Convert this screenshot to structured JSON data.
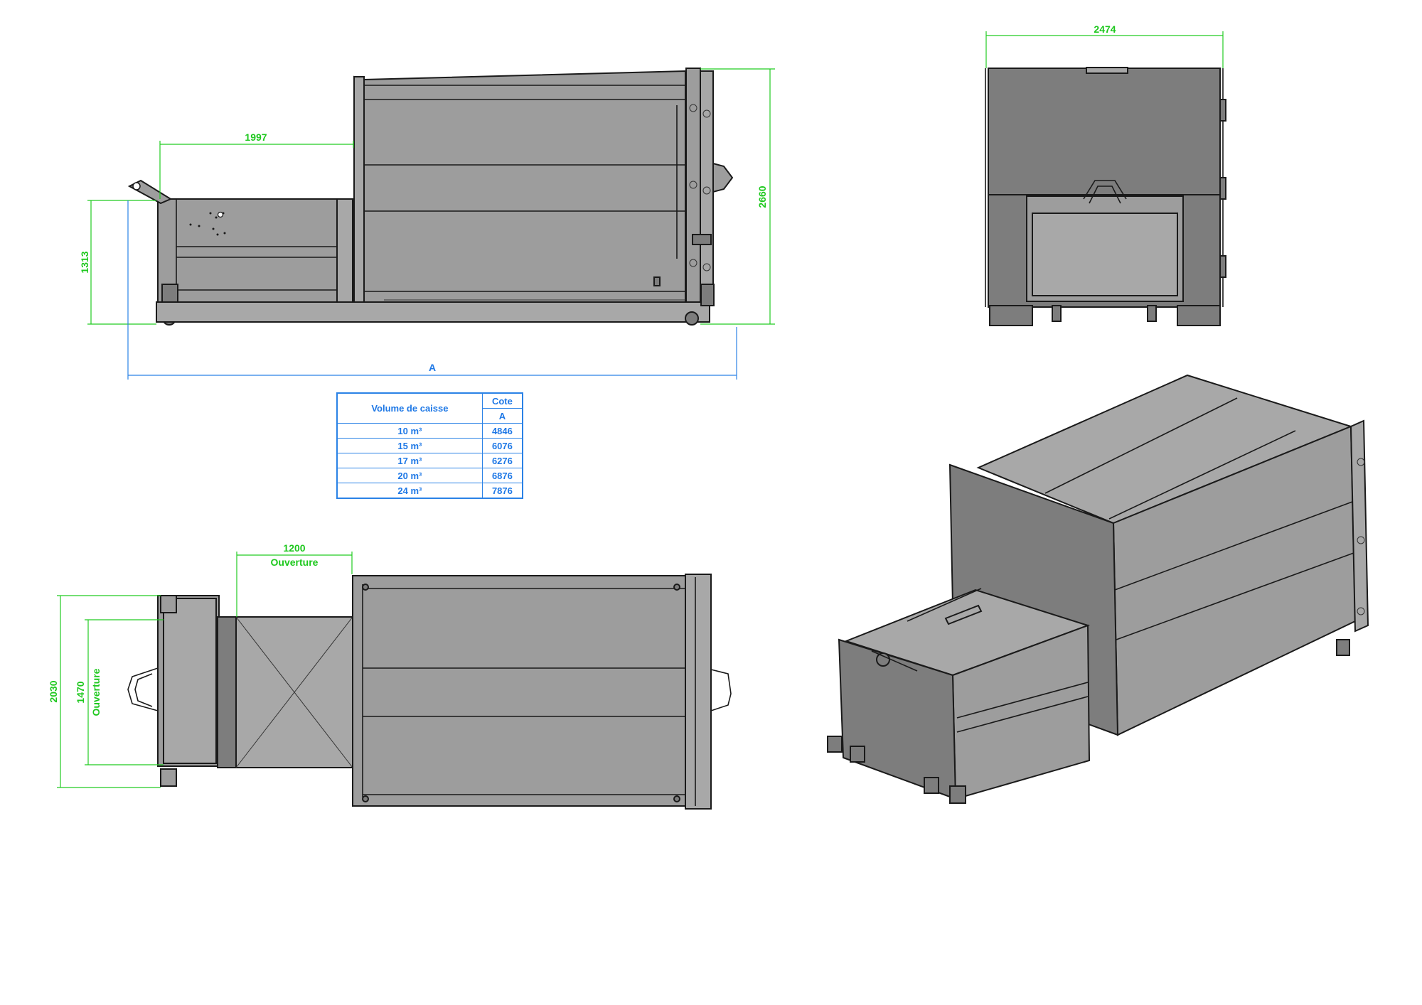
{
  "dimensions": {
    "hopper_length": "1997",
    "side_height": "1313",
    "total_height": "2660",
    "overall_length": "A",
    "front_width": "2474",
    "opening_length": "1200",
    "opening_label_top": "Ouverture",
    "total_width": "2030",
    "opening_width": "1470",
    "opening_label_side": "Ouverture"
  },
  "table": {
    "header_volume": "Volume de caisse",
    "header_cote": "Cote",
    "header_a": "A",
    "rows": [
      {
        "volume": "10 m³",
        "a": "4846"
      },
      {
        "volume": "15 m³",
        "a": "6076"
      },
      {
        "volume": "17 m³",
        "a": "6276"
      },
      {
        "volume": "20 m³",
        "a": "6876"
      },
      {
        "volume": "24 m³",
        "a": "7876"
      }
    ]
  },
  "colors": {
    "dimension_green": "#1ec81e",
    "table_blue": "#1e78e6",
    "body_grey": "#9d9d9d",
    "outline": "#1a1a1a"
  }
}
